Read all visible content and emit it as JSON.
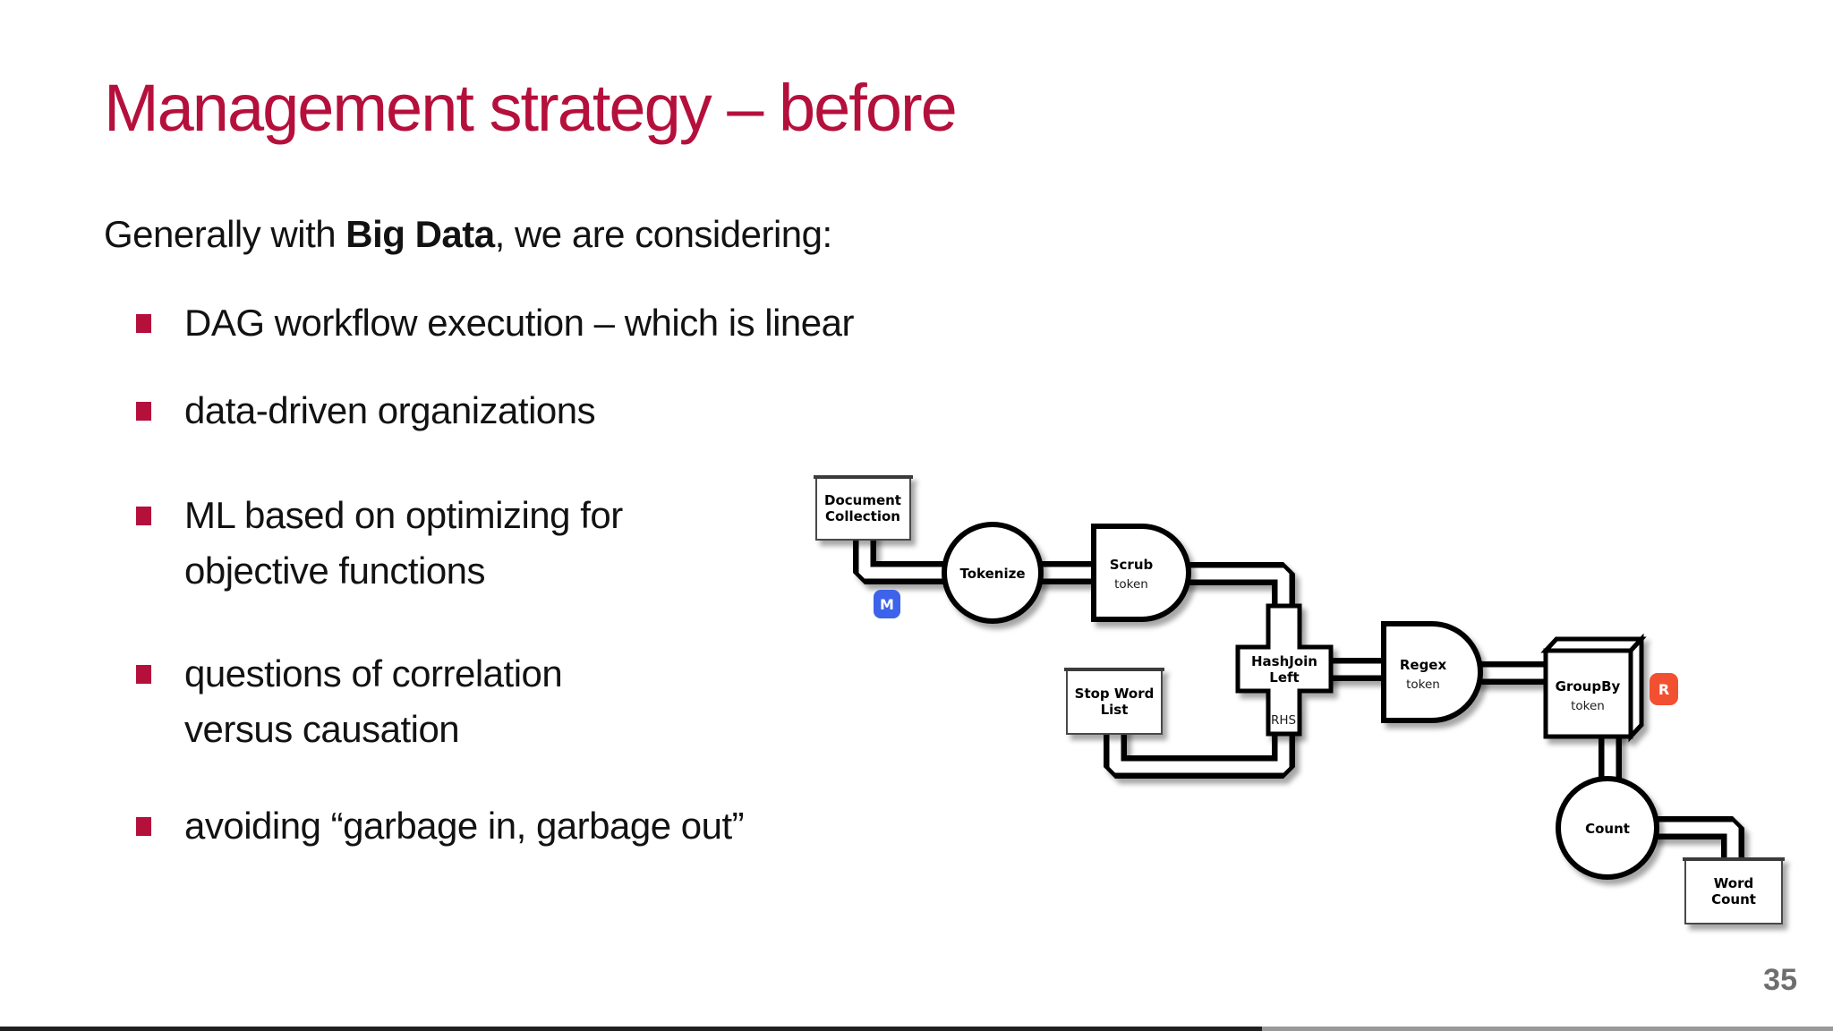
{
  "slide": {
    "title": "Management strategy – before",
    "intro": {
      "pre": "Generally with ",
      "bold": "Big Data",
      "post": ", we are considering:"
    },
    "bullets": [
      {
        "l1": "DAG workflow execution – which is linear",
        "l2": ""
      },
      {
        "l1": "data-driven organizations",
        "l2": ""
      },
      {
        "l1": "ML based on optimizing for",
        "l2": "objective functions"
      },
      {
        "l1": "questions of correlation",
        "l2": "versus causation"
      },
      {
        "l1": "avoiding “garbage in, garbage out”",
        "l2": ""
      }
    ],
    "page_number": "35"
  },
  "diagram": {
    "nodes": {
      "document_collection": {
        "line1": "Document",
        "line2": "Collection"
      },
      "tokenize": {
        "label": "Tokenize"
      },
      "scrub": {
        "label": "Scrub",
        "sub": "token"
      },
      "hashjoin": {
        "line1": "HashJoin",
        "line2": "Left",
        "port": "RHS"
      },
      "stop_word_list": {
        "line1": "Stop Word",
        "line2": "List"
      },
      "regex": {
        "label": "Regex",
        "sub": "token"
      },
      "groupby": {
        "label": "GroupBy",
        "sub": "token"
      },
      "count": {
        "label": "Count"
      },
      "word_count": {
        "line1": "Word",
        "line2": "Count"
      }
    },
    "badges": {
      "map": "M",
      "reduce": "R"
    }
  },
  "colors": {
    "accent": "#b5103c",
    "map_badge": "#3c63e9",
    "reduce_badge": "#f25030",
    "page_number": "#6e6e6e"
  }
}
